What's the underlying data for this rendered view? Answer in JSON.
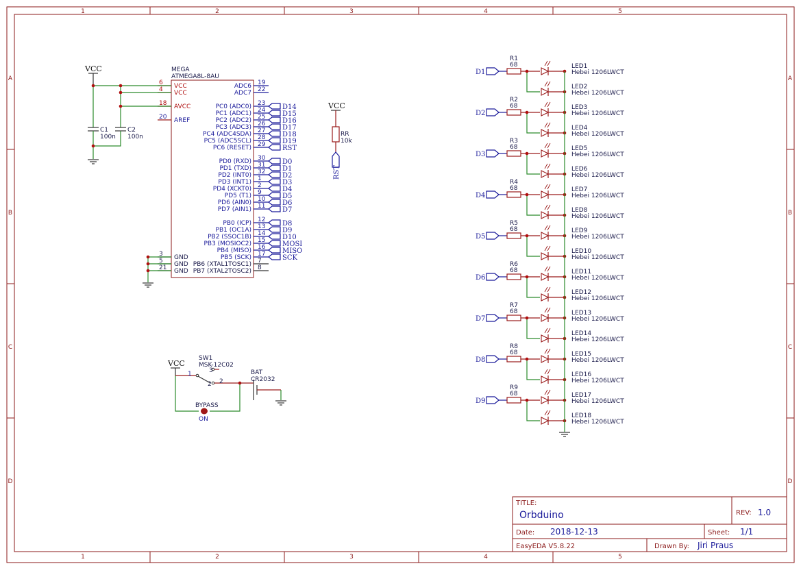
{
  "zones": {
    "columns": [
      "1",
      "2",
      "3",
      "4",
      "5"
    ],
    "rows": [
      "A",
      "B",
      "C",
      "D"
    ]
  },
  "vcc_label": "VCC",
  "mcu": {
    "ref": "MEGA",
    "part": "ATMEGA8L-8AU",
    "left_pins": [
      {
        "num": "6",
        "name": "VCC"
      },
      {
        "num": "4",
        "name": "VCC"
      },
      {
        "num": "18",
        "name": "AVCC"
      },
      {
        "num": "20",
        "name": "AREF"
      },
      {
        "num": "3",
        "name": "GND"
      },
      {
        "num": "5",
        "name": "GND"
      },
      {
        "num": "21",
        "name": "GND"
      }
    ],
    "right_pins": [
      {
        "num": "19",
        "name": "ADC6",
        "net": ""
      },
      {
        "num": "22",
        "name": "ADC7",
        "net": ""
      },
      {
        "num": "23",
        "name": "PC0 (ADC0)",
        "net": "D14"
      },
      {
        "num": "24",
        "name": "PC1 (ADC1)",
        "net": "D15"
      },
      {
        "num": "25",
        "name": "PC2 (ADC2)",
        "net": "D16"
      },
      {
        "num": "26",
        "name": "PC3 (ADC3)",
        "net": "D17"
      },
      {
        "num": "27",
        "name": "PC4 (ADC4SDA)",
        "net": "D18"
      },
      {
        "num": "28",
        "name": "PC5 (ADC5SCL)",
        "net": "D19"
      },
      {
        "num": "29",
        "name": "PC6 (RESET)",
        "net": "RST"
      },
      {
        "num": "30",
        "name": "PD0 (RXD)",
        "net": "D0"
      },
      {
        "num": "31",
        "name": "PD1 (TXD)",
        "net": "D1"
      },
      {
        "num": "32",
        "name": "PD2 (INT0)",
        "net": "D2"
      },
      {
        "num": "1",
        "name": "PD3 (INT1)",
        "net": "D3"
      },
      {
        "num": "2",
        "name": "PD4 (XCKT0)",
        "net": "D4"
      },
      {
        "num": "9",
        "name": "PD5 (T1)",
        "net": "D5"
      },
      {
        "num": "10",
        "name": "PD6 (AIN0)",
        "net": "D6"
      },
      {
        "num": "11",
        "name": "PD7 (AIN1)",
        "net": "D7"
      },
      {
        "num": "12",
        "name": "PB0 (ICP)",
        "net": "D8"
      },
      {
        "num": "13",
        "name": "PB1 (OC1A)",
        "net": "D9"
      },
      {
        "num": "14",
        "name": "PB2 (SSOC1B)",
        "net": "D10"
      },
      {
        "num": "15",
        "name": "PB3 (MOSIOC2)",
        "net": "MOSI"
      },
      {
        "num": "16",
        "name": "PB4 (MISO)",
        "net": "MISO"
      },
      {
        "num": "17",
        "name": "PB5 (SCK)",
        "net": "SCK"
      },
      {
        "num": "7",
        "name": "PB6 (XTAL1TOSC1)",
        "net": ""
      },
      {
        "num": "8",
        "name": "PB7 (XTAL2TOSC2)",
        "net": ""
      }
    ]
  },
  "caps": [
    {
      "ref": "C1",
      "value": "100n"
    },
    {
      "ref": "C2",
      "value": "100n"
    }
  ],
  "reset_res": {
    "ref": "RR",
    "value": "10k",
    "net": "RST"
  },
  "switch": {
    "ref": "SW1",
    "part": "MSK-12C02",
    "pins": [
      "1",
      "2",
      "3"
    ]
  },
  "battery": {
    "ref": "BAT",
    "part": "CR2032",
    "pin": "2"
  },
  "jumper": {
    "ref": "BYPASS",
    "state": "ON"
  },
  "rows": [
    {
      "net": "D1",
      "res": "R1",
      "val": "68",
      "leds": [
        {
          "ref": "LED1",
          "part": "Hebei 1206LWCT"
        },
        {
          "ref": "LED2",
          "part": "Hebei 1206LWCT"
        }
      ]
    },
    {
      "net": "D2",
      "res": "R2",
      "val": "68",
      "leds": [
        {
          "ref": "LED3",
          "part": "Hebei 1206LWCT"
        },
        {
          "ref": "LED4",
          "part": "Hebei 1206LWCT"
        }
      ]
    },
    {
      "net": "D3",
      "res": "R3",
      "val": "68",
      "leds": [
        {
          "ref": "LED5",
          "part": "Hebei 1206LWCT"
        },
        {
          "ref": "LED6",
          "part": "Hebei 1206LWCT"
        }
      ]
    },
    {
      "net": "D4",
      "res": "R4",
      "val": "68",
      "leds": [
        {
          "ref": "LED7",
          "part": "Hebei 1206LWCT"
        },
        {
          "ref": "LED8",
          "part": "Hebei 1206LWCT"
        }
      ]
    },
    {
      "net": "D5",
      "res": "R5",
      "val": "68",
      "leds": [
        {
          "ref": "LED9",
          "part": "Hebei 1206LWCT"
        },
        {
          "ref": "LED10",
          "part": "Hebei 1206LWCT"
        }
      ]
    },
    {
      "net": "D6",
      "res": "R6",
      "val": "68",
      "leds": [
        {
          "ref": "LED11",
          "part": "Hebei 1206LWCT"
        },
        {
          "ref": "LED12",
          "part": "Hebei 1206LWCT"
        }
      ]
    },
    {
      "net": "D7",
      "res": "R7",
      "val": "68",
      "leds": [
        {
          "ref": "LED13",
          "part": "Hebei 1206LWCT"
        },
        {
          "ref": "LED14",
          "part": "Hebei 1206LWCT"
        }
      ]
    },
    {
      "net": "D8",
      "res": "R8",
      "val": "68",
      "leds": [
        {
          "ref": "LED15",
          "part": "Hebei 1206LWCT"
        },
        {
          "ref": "LED16",
          "part": "Hebei 1206LWCT"
        }
      ]
    },
    {
      "net": "D9",
      "res": "R9",
      "val": "68",
      "leds": [
        {
          "ref": "LED17",
          "part": "Hebei 1206LWCT"
        },
        {
          "ref": "LED18",
          "part": "Hebei 1206LWCT"
        }
      ]
    }
  ],
  "title_block": {
    "title_label": "TITLE:",
    "title": "Orbduino",
    "rev_label": "REV:",
    "rev": "1.0",
    "date_label": "Date:",
    "date": "2018-12-13",
    "sheet_label": "Sheet:",
    "sheet": "1/1",
    "tool": "EasyEDA V5.8.22",
    "drawn_label": "Drawn By:",
    "drawn_by": "Jiri Praus"
  }
}
